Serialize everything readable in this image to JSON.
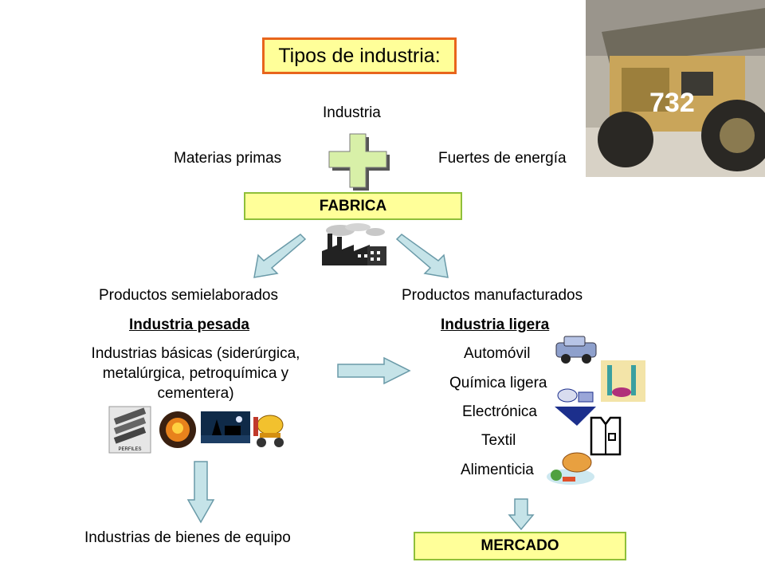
{
  "title": "Tipos de industria:",
  "top": {
    "industria": "Industria",
    "materias": "Materias primas",
    "energia": "Fuertes de energía",
    "fabrica": "FABRICA"
  },
  "left": {
    "heading": "Productos semielaborados",
    "subheading": "Industria pesada",
    "description": "Industrias básicas (siderúrgica, metalúrgica, petroquímica y cementera)",
    "bottom": "Industrias de bienes de equipo",
    "perfiles_label": "PERFILES"
  },
  "right": {
    "heading": "Productos manufacturados",
    "subheading": "Industria ligera",
    "items": [
      "Automóvil",
      "Química ligera",
      "Electrónica",
      "Textil",
      "Alimenticia"
    ],
    "mercado": "MERCADO"
  },
  "truck_label": "732",
  "colors": {
    "box_fill": "#ffff99",
    "title_border": "#e8651c",
    "box_border": "#8fbf3a",
    "arrow_fill": "#c5e3e8",
    "arrow_stroke": "#6a9aa8",
    "plus_fill": "#d8f0a8"
  }
}
